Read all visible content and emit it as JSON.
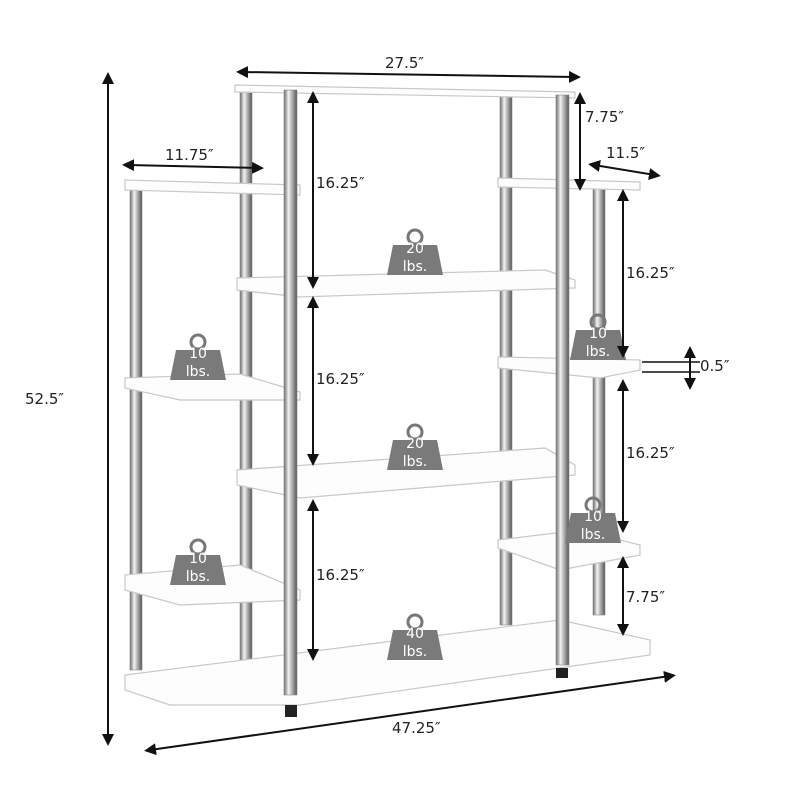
{
  "dimensions": {
    "top_width": "27.5″",
    "top_right_drop": "7.75″",
    "left_wing_depth": "11.75″",
    "right_wing_depth": "11.5″",
    "center_gap_1": "16.25″",
    "center_gap_2": "16.25″",
    "center_gap_3": "16.25″",
    "right_gap_1": "16.25″",
    "right_gap_2": "16.25″",
    "bottom_right_gap": "7.75″",
    "shelf_thickness": "0.5″",
    "total_height": "52.5″",
    "total_width": "47.25″"
  },
  "weights": [
    {
      "value": "20",
      "unit": "lbs."
    },
    {
      "value": "20",
      "unit": "lbs."
    },
    {
      "value": "10",
      "unit": "lbs."
    },
    {
      "value": "10",
      "unit": "lbs."
    },
    {
      "value": "10",
      "unit": "lbs."
    },
    {
      "value": "10",
      "unit": "lbs."
    },
    {
      "value": "40",
      "unit": "lbs."
    }
  ],
  "colors": {
    "weight_fill": "#7a7a7a",
    "arrow": "#111111",
    "shelf": "#fdfdfd"
  }
}
